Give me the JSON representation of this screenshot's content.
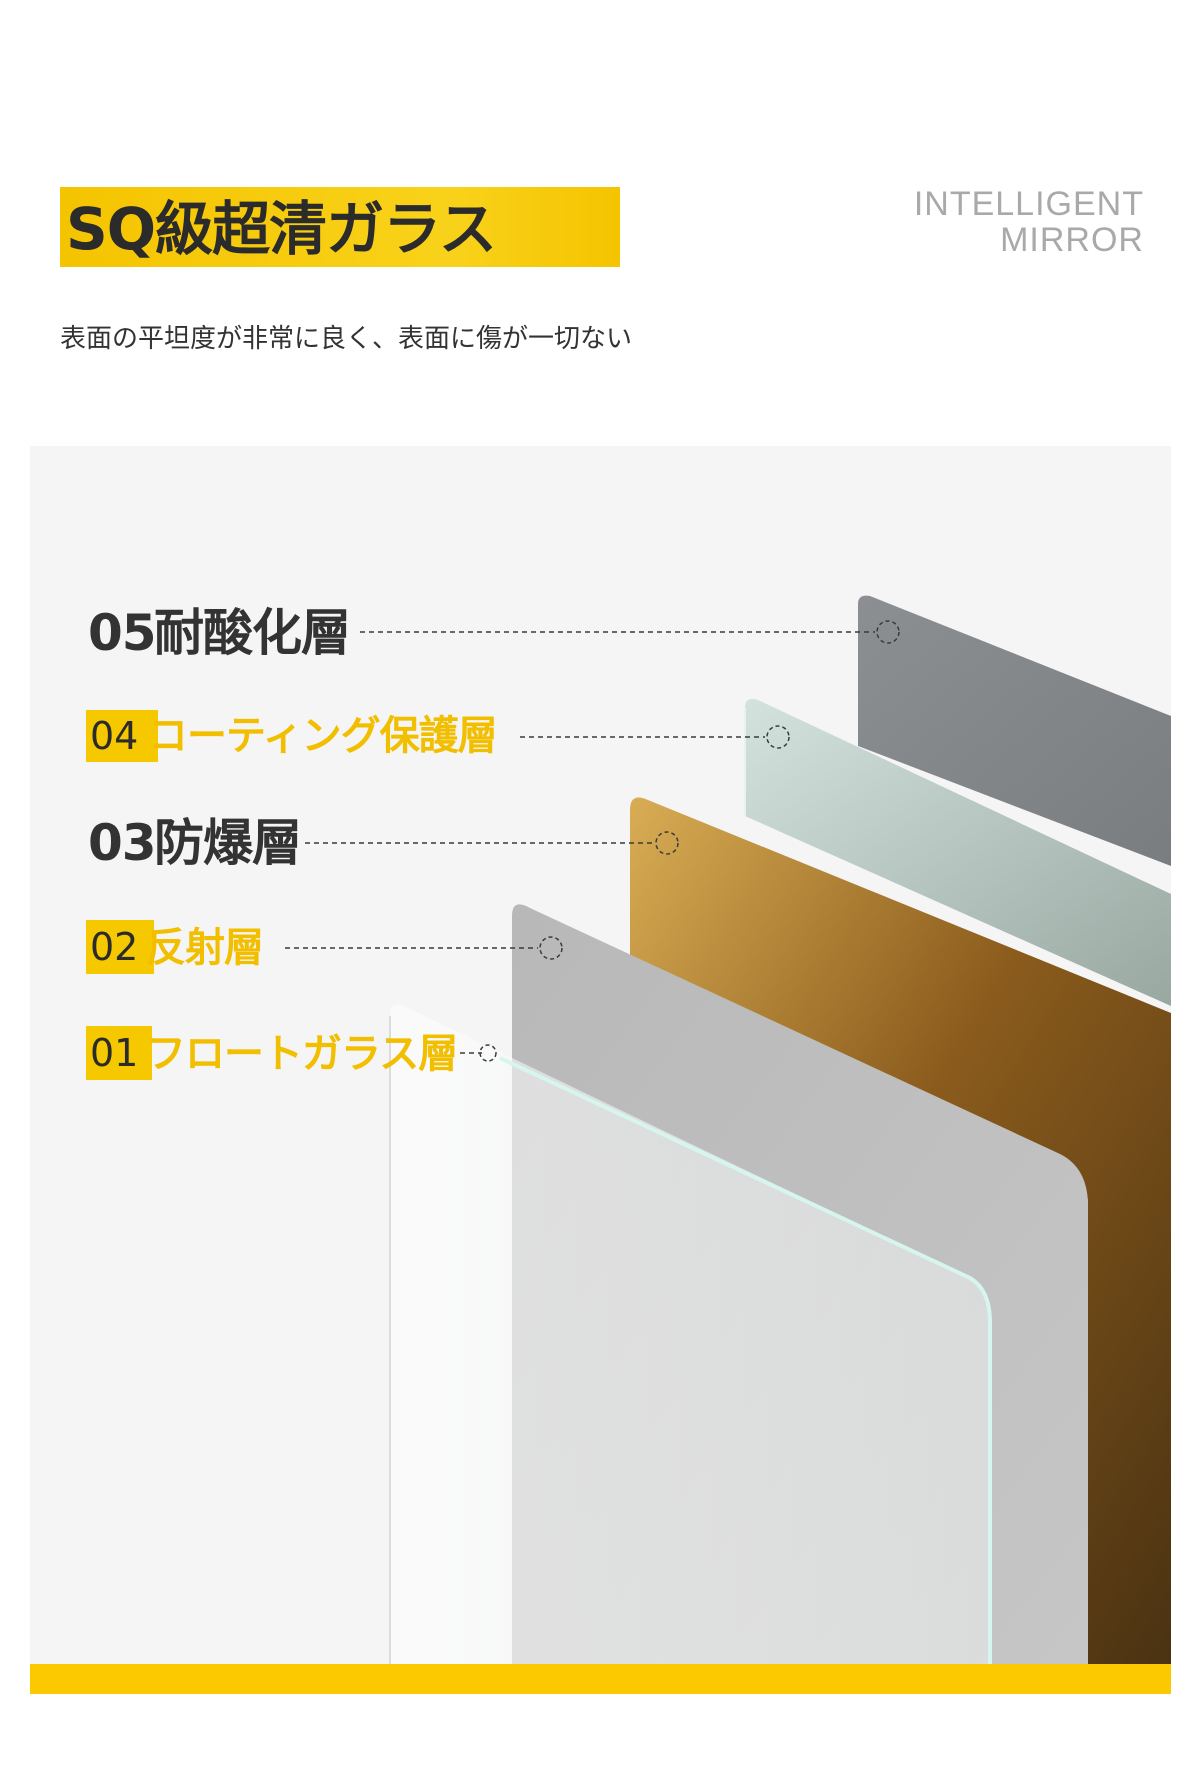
{
  "title": "SQ級超清ガラス",
  "brand": {
    "line1": "INTELLIGENT",
    "line2": "MIRROR"
  },
  "subtitle": "表面の平坦度が非常に良く、表面に傷が一切ない",
  "layers": [
    {
      "number": "05",
      "label": "耐酸化層"
    },
    {
      "number": "04",
      "label": "コーティング保護層"
    },
    {
      "number": "03",
      "label": "防爆層"
    },
    {
      "number": "02",
      "label": "反射層"
    },
    {
      "number": "01",
      "label": "フロートガラス層"
    }
  ],
  "colors": {
    "accent": "#f6c800",
    "gold_text": "#f2be00",
    "dark_text": "#333333",
    "brand_text": "#a9a9a9",
    "panel_bg": "#f5f5f5"
  }
}
